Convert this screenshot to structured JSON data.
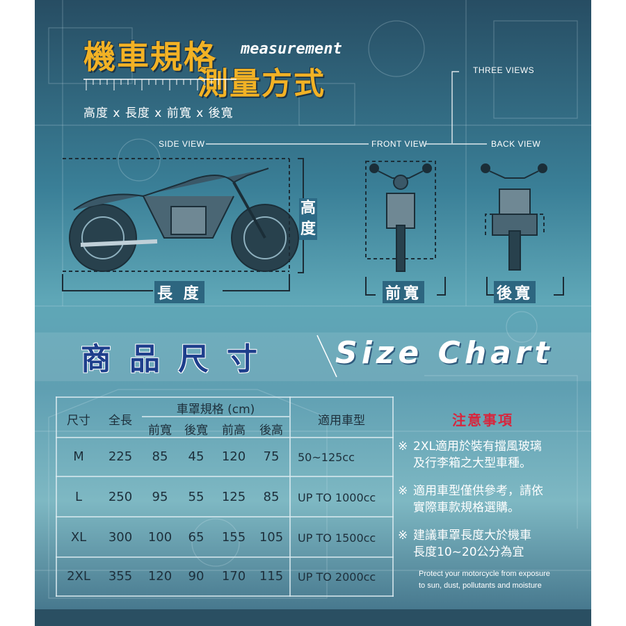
{
  "header": {
    "title_line1": "機車規格",
    "title_en": "measurement",
    "title_line2": "測量方式",
    "subtitle": "高度 x 長度 x 前寬 x 後寬"
  },
  "views": {
    "three_views": "THREE VIEWS",
    "side_view": "SIDE VIEW",
    "front_view": "FRONT VIEW",
    "back_view": "BACK VIEW"
  },
  "dimensions": {
    "height": "高度",
    "length": "長 度",
    "front_width": "前寬",
    "rear_width": "後寬"
  },
  "section": {
    "title_cn": "商品尺寸",
    "title_en": "Size Chart"
  },
  "table": {
    "header_size": "尺寸",
    "header_length": "全長",
    "header_spec": "車罩規格 (cm)",
    "sub_headers": [
      "前寬",
      "後寬",
      "前高",
      "後高"
    ],
    "header_models": "適用車型",
    "rows": [
      {
        "size": "M",
        "length": "225",
        "front_width": "85",
        "rear_width": "45",
        "front_height": "120",
        "rear_height": "75",
        "models": "50~125cc"
      },
      {
        "size": "L",
        "length": "250",
        "front_width": "95",
        "rear_width": "55",
        "front_height": "125",
        "rear_height": "85",
        "models": "UP TO 1000cc"
      },
      {
        "size": "XL",
        "length": "300",
        "front_width": "100",
        "rear_width": "65",
        "front_height": "155",
        "rear_height": "105",
        "models": "UP TO 1500cc"
      },
      {
        "size": "2XL",
        "length": "355",
        "front_width": "120",
        "rear_width": "90",
        "front_height": "170",
        "rear_height": "115",
        "models": "UP TO 2000cc"
      }
    ]
  },
  "notes": {
    "title": "注意事項",
    "mark": "※",
    "items": [
      {
        "line1": "2XL適用於裝有擋風玻璃",
        "line2": "及行李箱之大型車種。"
      },
      {
        "line1": "適用車型僅供參考，請依",
        "line2": "實際車款規格選購。"
      },
      {
        "line1": "建議車罩長度大於機車",
        "line2": "長度10~20公分為宜"
      }
    ]
  },
  "footer": {
    "line1": "Protect your motorcycle from exposure",
    "line2": "to sun, dust, pollutants and moisture"
  },
  "colors": {
    "accent_orange": "#f2b225",
    "notes_red": "#d7263d",
    "title_blue": "#1e3f8c"
  }
}
